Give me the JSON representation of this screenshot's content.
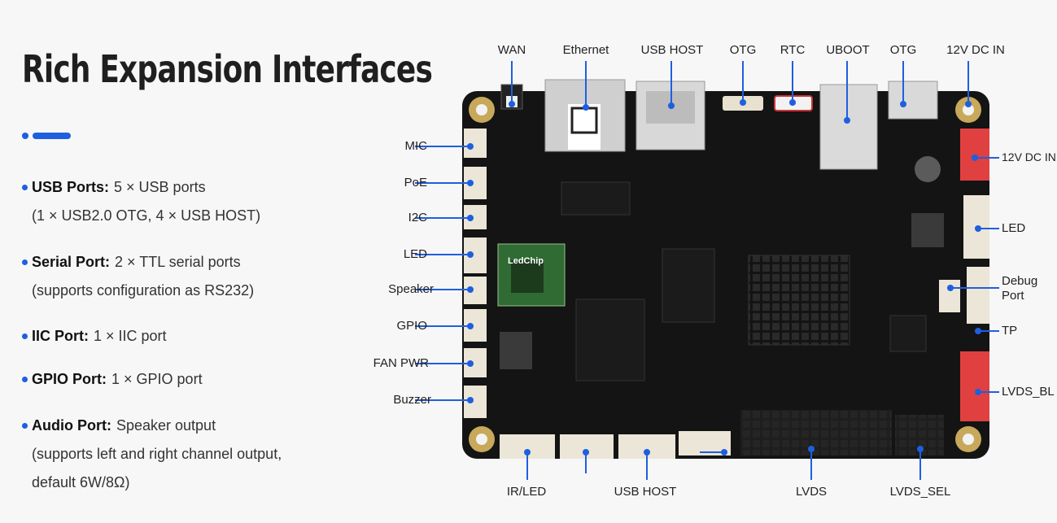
{
  "heading": "Rich Expansion Interfaces",
  "accent_color": "#1e5fe0",
  "features": [
    {
      "name": "USB Ports:",
      "text": "5 × USB ports",
      "sub": [
        "(1 × USB2.0 OTG, 4 × USB HOST)"
      ]
    },
    {
      "name": "Serial Port:",
      "text": "2 × TTL serial ports",
      "sub": [
        "(supports configuration as RS232)"
      ]
    },
    {
      "name": "IIC Port:",
      "text": "1 × IIC port",
      "sub": []
    },
    {
      "name": "GPIO Port:",
      "text": "1 × GPIO port",
      "sub": []
    },
    {
      "name": "Audio Port:",
      "text": "Speaker output",
      "sub": [
        "(supports left and right channel output,",
        "default 6W/8Ω)"
      ]
    }
  ],
  "board": {
    "silkscreen_brand": "LedChip",
    "top_labels": [
      "WAN",
      "Ethernet",
      "USB HOST",
      "OTG",
      "RTC",
      "UBOOT",
      "OTG",
      "12V DC IN"
    ],
    "left_labels": [
      "MIC",
      "PoE",
      "I2C",
      "LED",
      "Speaker",
      "GPIO",
      "FAN PWR",
      "Buzzer"
    ],
    "right_labels": [
      "12V DC IN",
      "LED",
      "Debug",
      "Port",
      "TP",
      "LVDS_BL"
    ],
    "bottom_labels": [
      "IR/LED",
      "USB HOST",
      "LVDS",
      "LVDS_SEL"
    ]
  }
}
